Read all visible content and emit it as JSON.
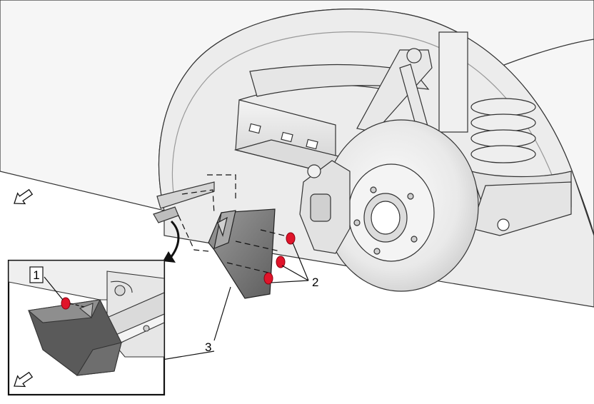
{
  "callouts": {
    "item1": "1",
    "item2": "2",
    "item3": "3"
  },
  "icons": {
    "forward_direction_main": "outline-arrow-icon",
    "forward_direction_inset": "outline-arrow-icon",
    "detail_pointer": "curved-arrow-icon"
  },
  "colors": {
    "fastener_red": "#e0142a",
    "part_gray": "#7a7a7a",
    "outline": "#1a1a1a"
  }
}
